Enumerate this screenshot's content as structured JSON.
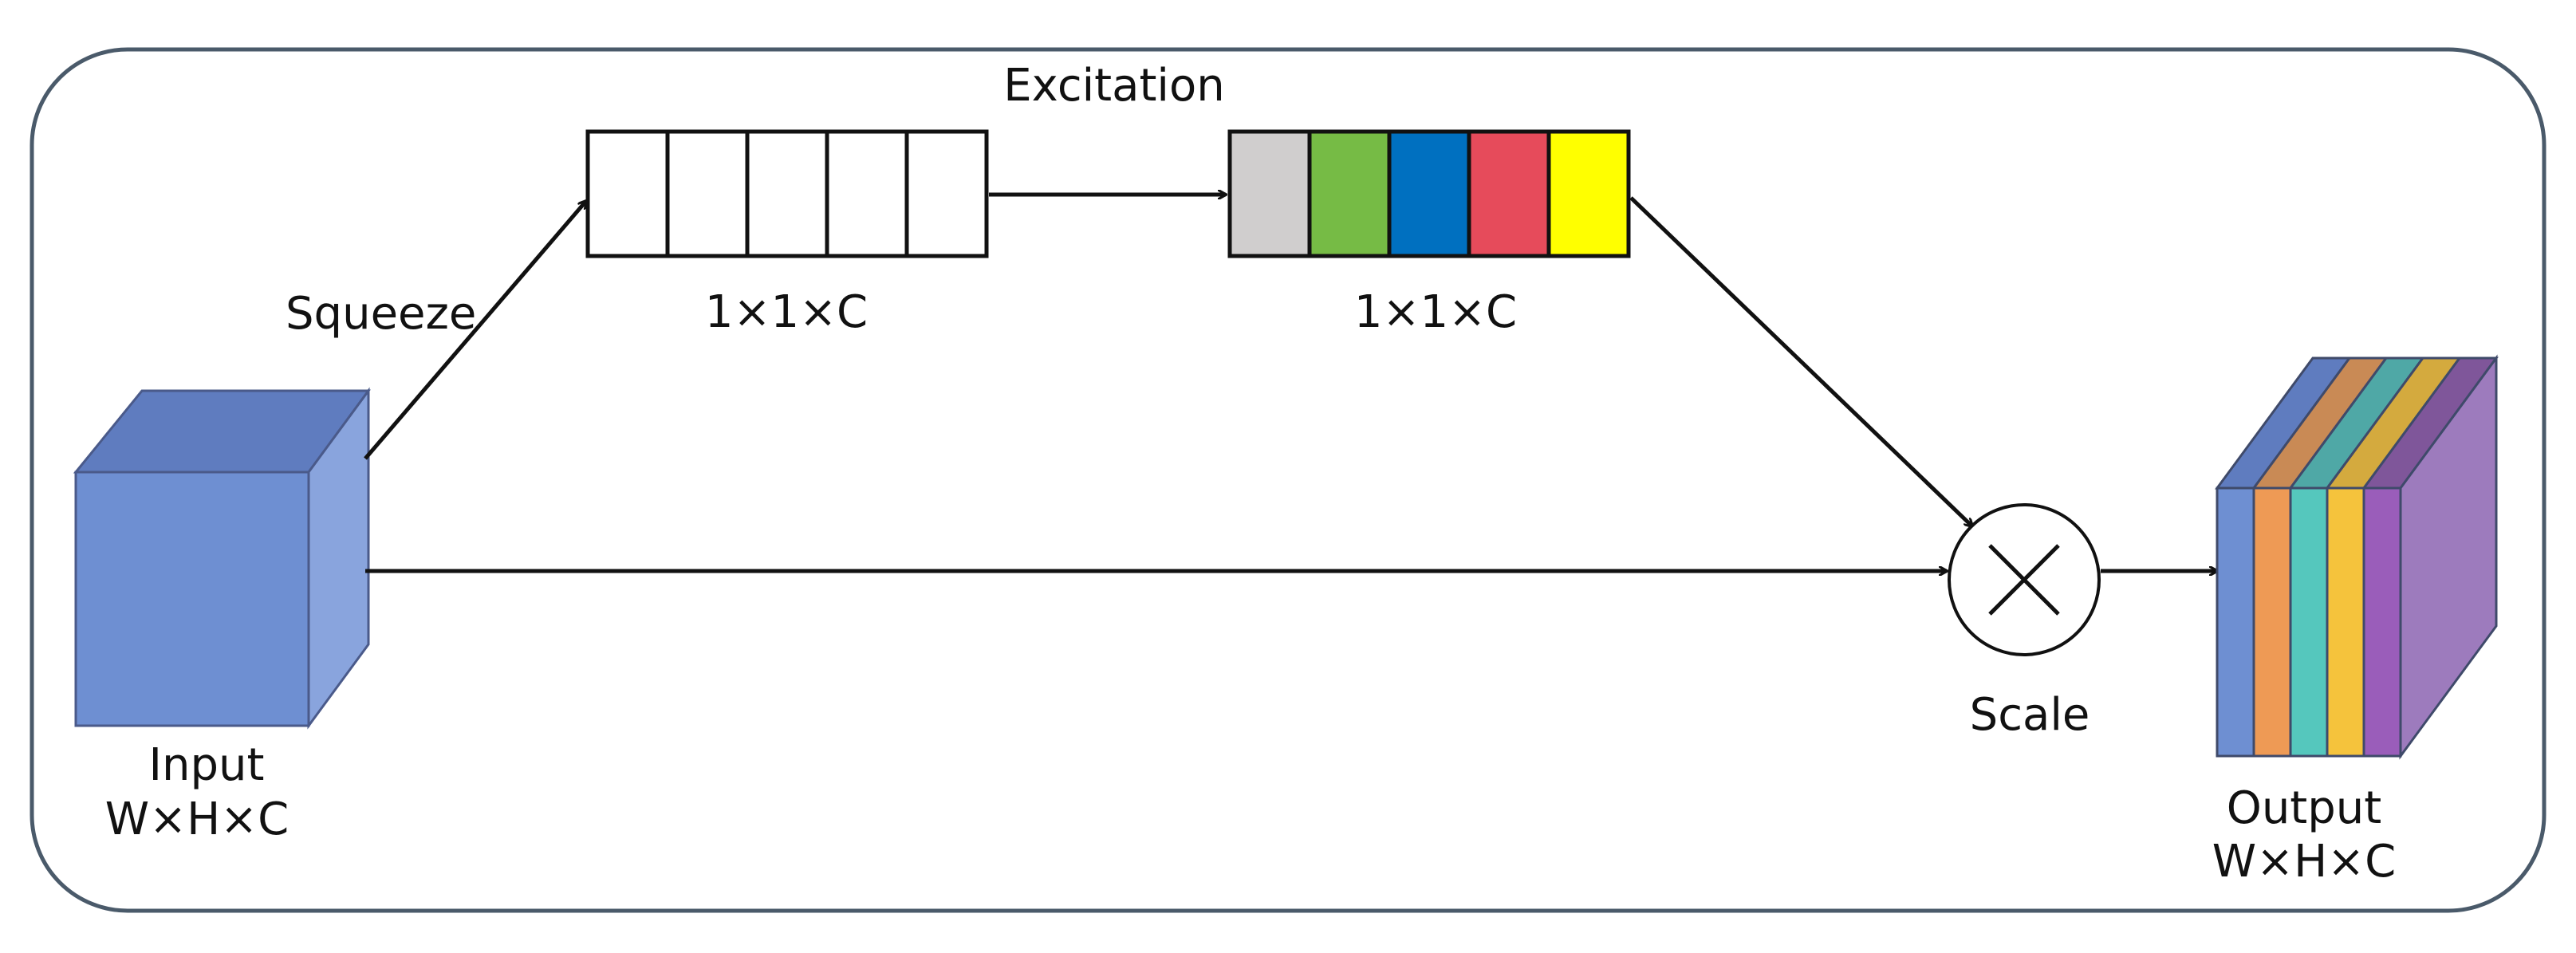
{
  "labels": {
    "squeeze": "Squeeze",
    "excitation": "Excitation",
    "squeeze_dim": "1×1×C",
    "excitation_dim": "1×1×C",
    "input_title": "Input",
    "input_dim": "W×H×C",
    "scale": "Scale",
    "output_title": "Output",
    "output_dim": "W×H×C"
  },
  "colors": {
    "frame_border": "#4a5a6a",
    "input_front": "#6e8fd2",
    "input_top": "#5f7cbf",
    "input_side": "#89a4dd",
    "squeeze_cells": [
      "#ffffff",
      "#ffffff",
      "#ffffff",
      "#ffffff",
      "#ffffff"
    ],
    "excitation_cells": [
      "#d0cece",
      "#76bb45",
      "#0070c0",
      "#e64b5b",
      "#ffff00"
    ],
    "output_layers": [
      "#6e8fd2",
      "#ee9a55",
      "#55c7bd",
      "#f5c33c",
      "#9a5dba"
    ],
    "output_layer_tops": [
      "#5f7cbf",
      "#c98a55",
      "#4fa8a6",
      "#d4aa3e",
      "#7f569a"
    ],
    "output_side": "#9d7bbd",
    "arrow": "#111111"
  }
}
